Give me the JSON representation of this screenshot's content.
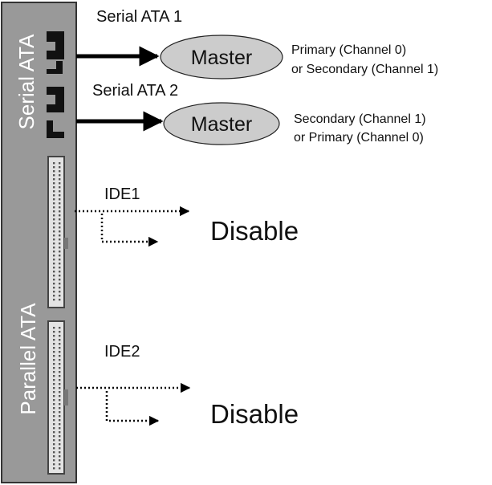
{
  "board": {
    "sata_group_label": "Serial ATA",
    "pata_group_label": "Parallel ATA",
    "panel_color": "#999999",
    "panel_border": "#333333"
  },
  "sata1": {
    "label": "Serial ATA 1",
    "device": "Master",
    "note_line1": "Primary (Channel 0)",
    "note_line2": "or Secondary (Channel 1)"
  },
  "sata2": {
    "label": "Serial ATA 2",
    "device": "Master",
    "note_line1": "Secondary (Channel 1)",
    "note_line2": "or Primary (Channel 0)"
  },
  "ide1": {
    "label": "IDE1",
    "state": "Disable"
  },
  "ide2": {
    "label": "IDE2",
    "state": "Disable"
  },
  "colors": {
    "ellipse_fill": "#cccccc",
    "arrow": "#000000"
  },
  "icons": {
    "sata_connector": "sata-connector-icon",
    "ide_connector": "ide-connector-icon"
  }
}
